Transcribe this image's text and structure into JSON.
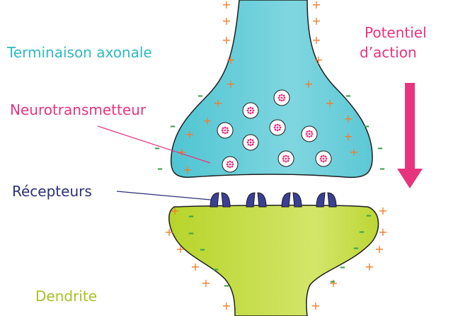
{
  "labels": {
    "axon_terminal": "Terminaison axonale",
    "neurotransmitter": "Neurotransmetteur",
    "receptors": "Récepteurs",
    "dendrite": "Dendrite",
    "action_potential_line1": "Potentiel",
    "action_potential_line2": "d’action"
  },
  "symbols": {
    "plus": "+",
    "minus": "–"
  },
  "colors": {
    "axon_fill": "#6ed0db",
    "axon_text": "#2fb8c6",
    "dendrite_fill": "#c6dc3a",
    "dendrite_text": "#a7c226",
    "receptor": "#3b3f95",
    "receptor_text": "#2c2f7a",
    "accent_pink": "#e8347f",
    "plus_charge": "#f07c2a",
    "minus_charge": "#3aa24a"
  }
}
